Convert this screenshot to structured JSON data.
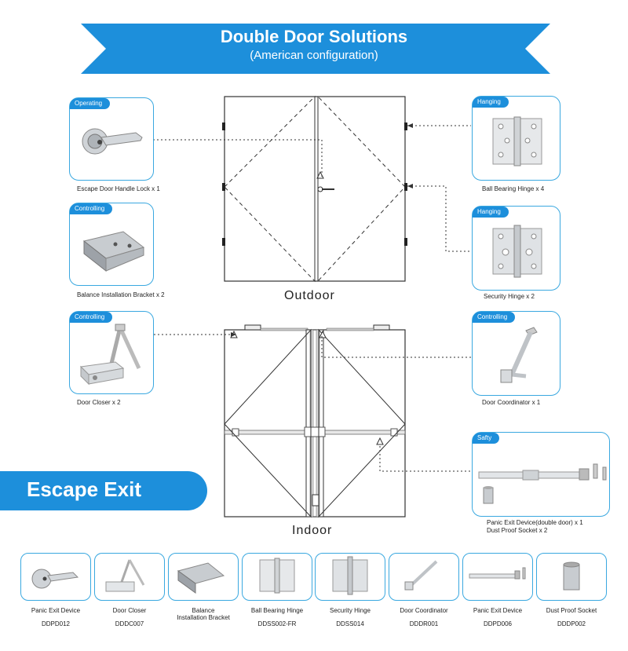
{
  "header": {
    "title": "Double Door Solutions",
    "subtitle": "(American configuration)"
  },
  "colors": {
    "accent": "#1d8fdb",
    "card_border": "#3aa8e0"
  },
  "outdoor_label": "Outdoor",
  "indoor_label": "Indoor",
  "escape_label": "Escape Exit",
  "cards": {
    "handle_lock": {
      "tag": "Operating",
      "caption": "Escape Door Handle Lock  x 1"
    },
    "bracket": {
      "tag": "Controlling",
      "caption": "Balance Installation Bracket x 2"
    },
    "closer": {
      "tag": "Controlling",
      "caption": "Door Closer x 2"
    },
    "ball_hinge": {
      "tag": "Hanging",
      "caption": "Ball Bearing Hinge x 4"
    },
    "security_hinge": {
      "tag": "Hanging",
      "caption": "Security Hinge x 2"
    },
    "coordinator": {
      "tag": "Controlling",
      "caption": "Door Coordinator x 1"
    },
    "panic": {
      "tag": "Safty",
      "caption_1": "Panic  Exit Device(double door) x 1",
      "caption_2": "Dust Proof Socket x 2"
    }
  },
  "products": [
    {
      "name": "Panic Exit Device",
      "code": "DDPD012",
      "icon": "lever-handle-icon"
    },
    {
      "name": "Door Closer",
      "code": "DDDC007",
      "icon": "door-closer-icon"
    },
    {
      "name": "Balance\nInstallation Bracket",
      "code": "",
      "icon": "bracket-icon"
    },
    {
      "name": "Ball Bearing Hinge",
      "code": "DDSS002-FR",
      "icon": "ball-hinge-icon"
    },
    {
      "name": "Security Hinge",
      "code": "DDSS014",
      "icon": "security-hinge-icon"
    },
    {
      "name": "Door Coordinator",
      "code": "DDDR001",
      "icon": "coordinator-icon"
    },
    {
      "name": "Panic Exit Device",
      "code": "DDPD006",
      "icon": "panic-bar-icon"
    },
    {
      "name": "Dust Proof Socket",
      "code": "DDDP002",
      "icon": "dust-socket-icon"
    }
  ]
}
